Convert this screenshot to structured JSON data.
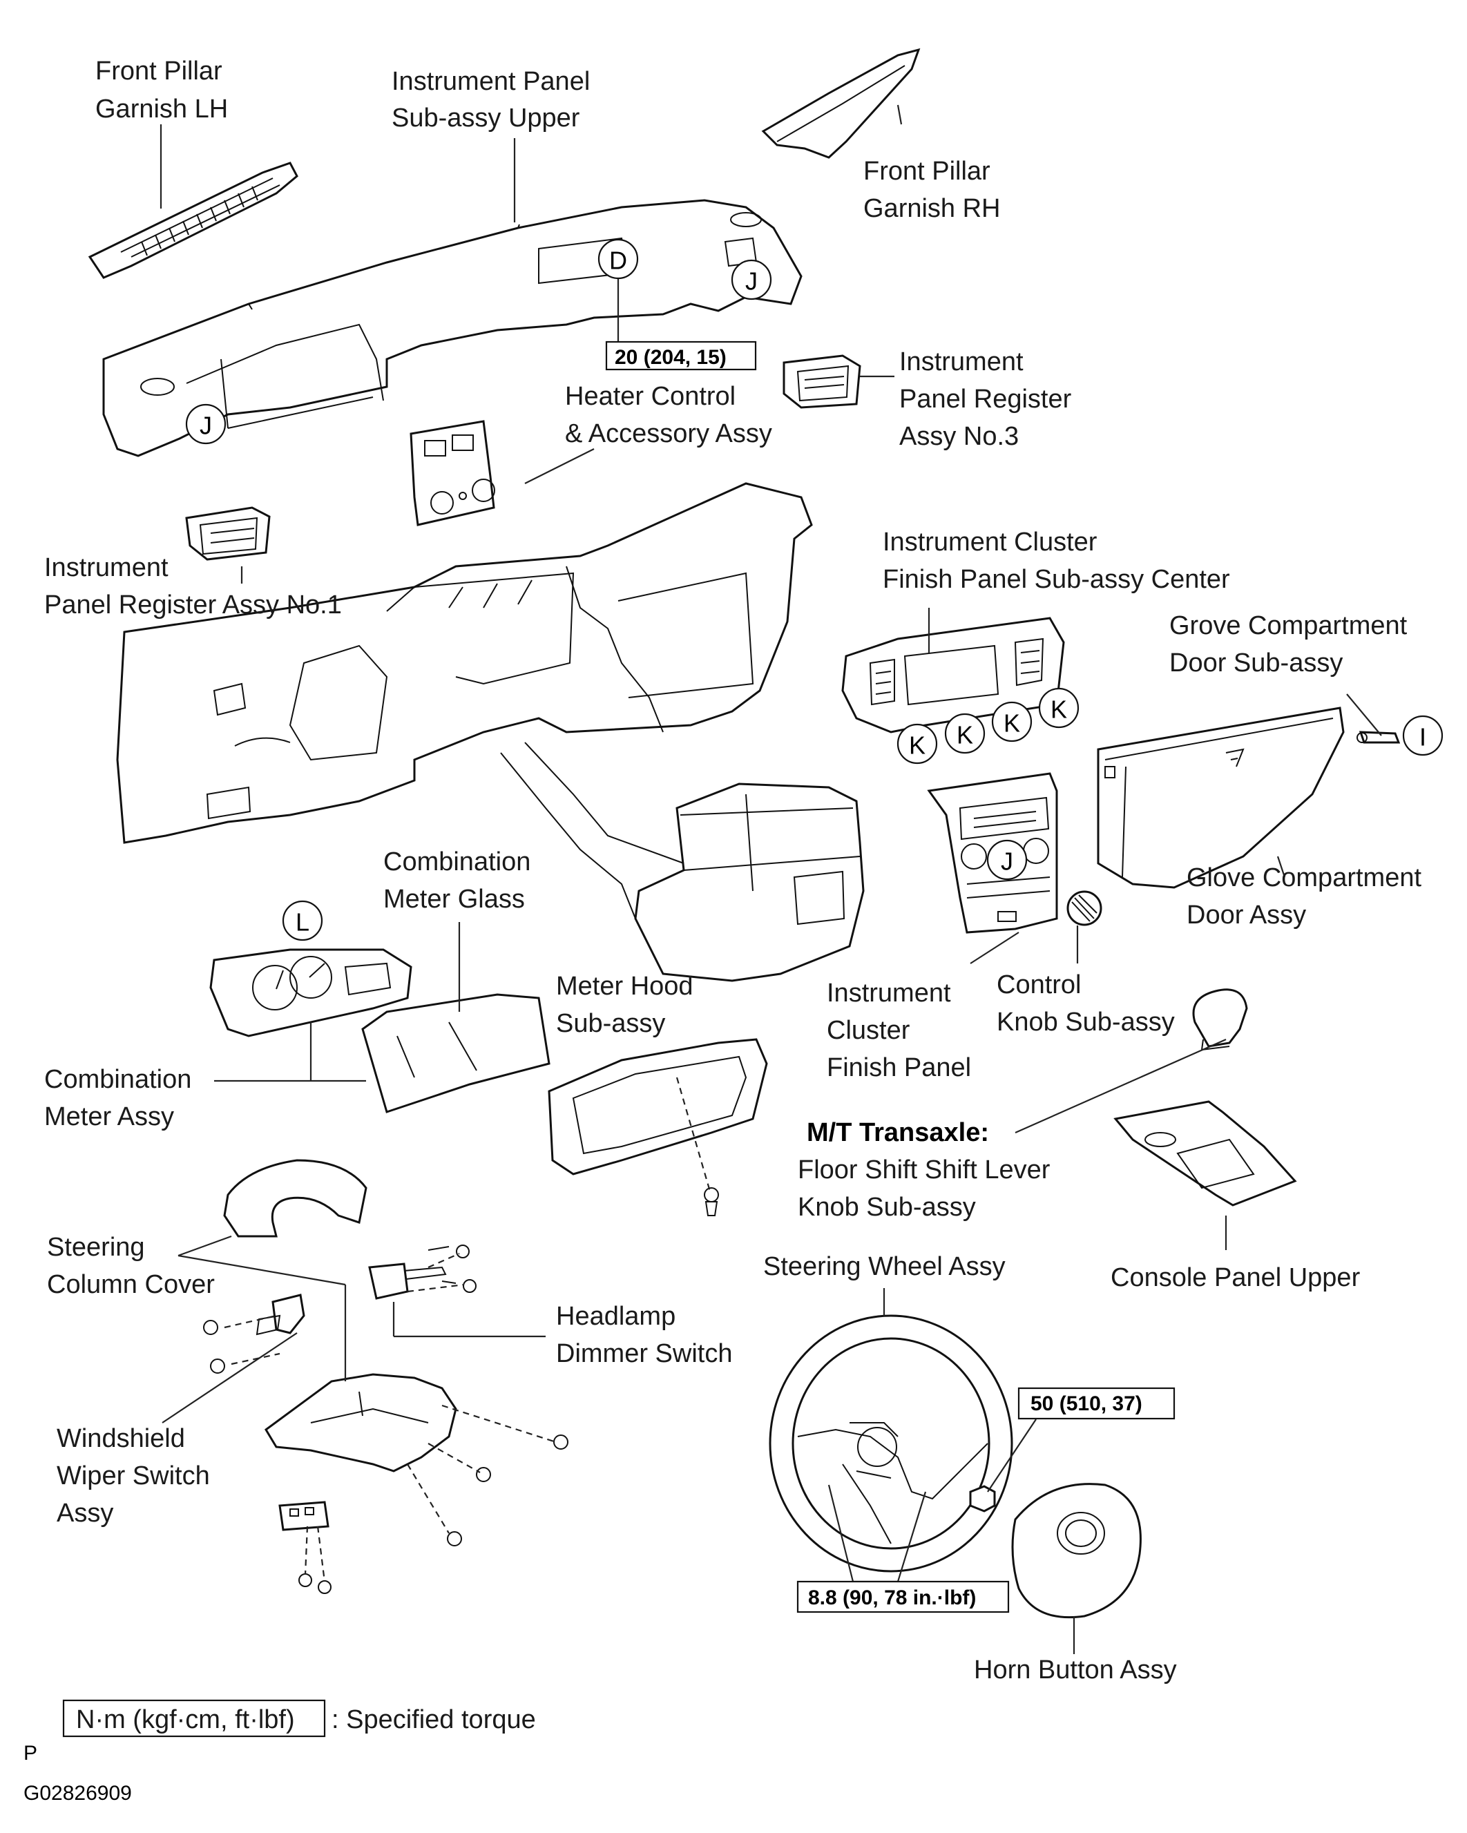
{
  "labels": {
    "front_pillar_lh": [
      "Front Pillar",
      "Garnish LH"
    ],
    "instrument_panel_upper": [
      "Instrument Panel",
      "Sub-assy  Upper"
    ],
    "front_pillar_rh": [
      "Front Pillar",
      "Garnish RH"
    ],
    "heater_control": [
      "Heater Control",
      "& Accessory Assy"
    ],
    "register_no3": [
      "Instrument",
      "Panel Register",
      "Assy No.3"
    ],
    "register_no1": [
      "Instrument",
      "Panel Register Assy No.1"
    ],
    "cluster_finish_center": [
      "Instrument Cluster",
      "Finish  Panel  Sub-assy Center"
    ],
    "grove_door": [
      "Grove Compartment",
      "Door  Sub-assy"
    ],
    "glove_door": [
      "Glove Compartment",
      "Door Assy"
    ],
    "meter_glass": [
      "Combination",
      "Meter Glass"
    ],
    "meter_hood": [
      "Meter Hood",
      "Sub-assy"
    ],
    "cluster_finish": [
      "Instrument",
      "Cluster",
      "Finish Panel"
    ],
    "control_knob": [
      "Control",
      "Knob  Sub-assy"
    ],
    "meter_assy": [
      "Combination",
      "Meter Assy"
    ],
    "mt_title": "M/T Transaxle:",
    "shift_knob": [
      "Floor Shift Shift Lever",
      "Knob  Sub-assy"
    ],
    "column_cover": [
      "Steering",
      "Column Cover"
    ],
    "headlamp_switch": [
      "Headlamp",
      "Dimmer Switch"
    ],
    "steering_wheel": "Steering Wheel Assy",
    "console_panel": "Console Panel Upper",
    "wiper_switch": [
      "Windshield",
      "Wiper Switch",
      "Assy"
    ],
    "horn_button": "Horn Button Assy"
  },
  "torques": {
    "panel": "20 (204, 15)",
    "horn_nut": "50 (510, 37)",
    "wheel": "8.8 (90, 78 in.·lbf)"
  },
  "markers": {
    "D": "D",
    "J": "J",
    "K": "K",
    "I": "I",
    "L": "L"
  },
  "legend": {
    "unit": "N·m (kgf·cm, ft·lbf)",
    "text": ": Specified torque"
  },
  "footer": {
    "letter": "P",
    "code": "G02826909"
  }
}
